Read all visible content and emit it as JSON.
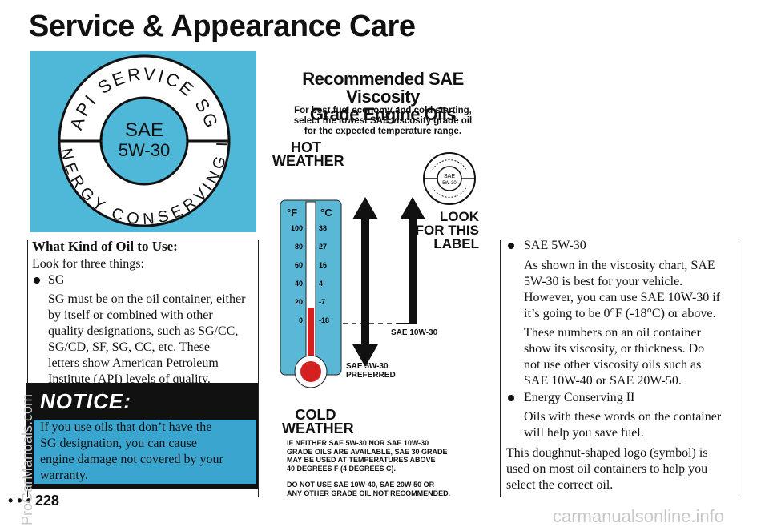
{
  "page": {
    "title": "Service & Appearance Care",
    "page_number": "• • • 228",
    "watermark_side": "ProCarManuals.com",
    "watermark_bottom": "carmanualsonline.info"
  },
  "logo": {
    "ring_top": "API SERVICE SG",
    "ring_bottom": "ENERGY CONSERVING II",
    "center_line1": "SAE",
    "center_line2": "5W-30"
  },
  "left": {
    "heading": "What Kind of Oil to Use:",
    "intro": "Look for three things:",
    "bullet1": "SG",
    "para_lines": [
      "SG must be on the oil container, either",
      "by itself or combined with other",
      "quality designations, such as SG/CC,",
      "SG/CD, SF, SG, CC, etc. These",
      "letters show American Petroleum",
      "Institute (API) levels of quality."
    ],
    "notice_title": "NOTICE:",
    "notice_lines": [
      "If you use oils that don’t have the",
      "SG designation, you can cause",
      "engine damage not covered by your",
      "warranty."
    ]
  },
  "chart": {
    "title_line1": "Recommended SAE Viscosity",
    "title_line2": "Grade Engine Oils",
    "subtitle_lines": [
      "For best fuel economy and cold starting,",
      "select the lowest SAE viscosity grade oil",
      "for the expected temperature range."
    ],
    "hot_label": "HOT\nWEATHER",
    "cold_label": "COLD\nWEATHER",
    "look_label": "LOOK\nFOR THIS\nLABEL",
    "unit_f": "°F",
    "unit_c": "°C",
    "f_ticks": [
      "100",
      "80",
      "60",
      "40",
      "20",
      "0"
    ],
    "c_ticks": [
      "38",
      "27",
      "16",
      "4",
      "-7",
      "-18"
    ],
    "arrow_10w30": "SAE 10W-30",
    "arrow_5w30_line1": "SAE 5W-30",
    "arrow_5w30_line2": "PREFERRED",
    "note1_lines": [
      "IF NEITHER SAE 5W-30 NOR SAE 10W-30",
      "GRADE OILS ARE AVAILABLE, SAE 30 GRADE",
      "MAY BE USED AT TEMPERATURES ABOVE",
      "40 DEGREES F (4 DEGREES C)."
    ],
    "note2_lines": [
      "DO NOT USE SAE 10W-40, SAE 20W-50 OR",
      "ANY OTHER GRADE OIL NOT RECOMMENDED."
    ],
    "small_logo_line1": "SAE",
    "small_logo_line2": "5W-30"
  },
  "right": {
    "bullet1": "SAE 5W-30",
    "para1_lines": [
      "As shown in the viscosity chart, SAE",
      "5W-30 is best for your vehicle.",
      "However, you can use SAE 10W-30 if",
      "it’s going to be 0°F (-18°C) or above."
    ],
    "para2_lines": [
      "These numbers on an oil container",
      "show its viscosity, or thickness. Do",
      "not use other viscosity oils such as",
      "SAE 10W-40 or SAE 20W-50."
    ],
    "bullet2": "Energy Conserving II",
    "para3_lines": [
      "Oils with these words on the container",
      "will help you save fuel."
    ],
    "closing_lines": [
      "This doughnut-shaped logo (symbol) is",
      "used on most oil containers to help you",
      "select the correct oil."
    ]
  }
}
